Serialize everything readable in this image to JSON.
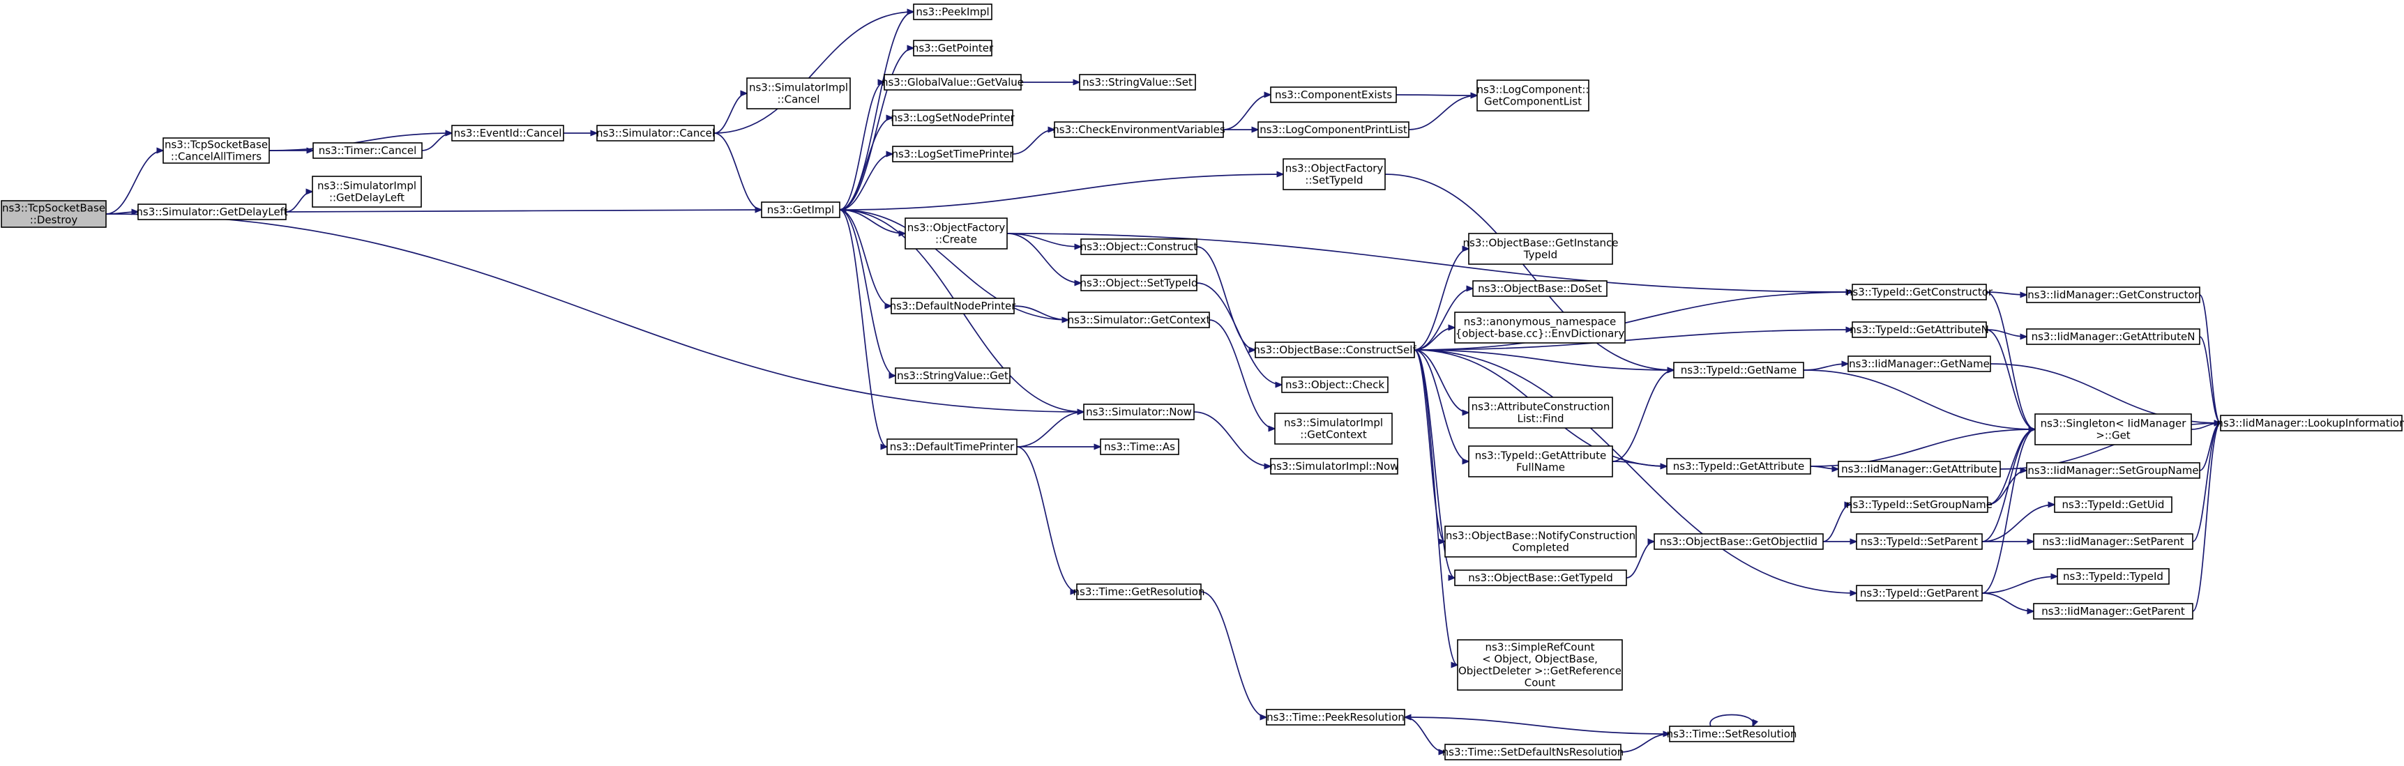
{
  "diagram": {
    "type": "call-graph",
    "root": "destroy",
    "nodes": [
      {
        "id": "destroy",
        "lines": [
          "ns3::TcpSocketBase",
          "::Destroy"
        ]
      },
      {
        "id": "cancelAllTimers",
        "lines": [
          "ns3::TcpSocketBase",
          "::CancelAllTimers"
        ]
      },
      {
        "id": "simGetDelayLeft",
        "lines": [
          "ns3::Simulator::GetDelayLeft"
        ]
      },
      {
        "id": "timerCancel",
        "lines": [
          "ns3::Timer::Cancel"
        ]
      },
      {
        "id": "simImplGetDelayLeft",
        "lines": [
          "ns3::SimulatorImpl",
          "::GetDelayLeft"
        ]
      },
      {
        "id": "eventIdCancel",
        "lines": [
          "ns3::EventId::Cancel"
        ]
      },
      {
        "id": "simCancel",
        "lines": [
          "ns3::Simulator::Cancel"
        ]
      },
      {
        "id": "simImplCancel",
        "lines": [
          "ns3::SimulatorImpl",
          "::Cancel"
        ]
      },
      {
        "id": "getImpl",
        "lines": [
          "ns3::GetImpl"
        ]
      },
      {
        "id": "peekImpl",
        "lines": [
          "ns3::PeekImpl"
        ]
      },
      {
        "id": "getPointer",
        "lines": [
          "ns3::GetPointer"
        ]
      },
      {
        "id": "gvGetValue",
        "lines": [
          "ns3::GlobalValue::GetValue"
        ]
      },
      {
        "id": "svSet",
        "lines": [
          "ns3::StringValue::Set"
        ]
      },
      {
        "id": "logSetNodePrinter",
        "lines": [
          "ns3::LogSetNodePrinter"
        ]
      },
      {
        "id": "logSetTimePrinter",
        "lines": [
          "ns3::LogSetTimePrinter"
        ]
      },
      {
        "id": "checkEnvVars",
        "lines": [
          "ns3::CheckEnvironmentVariables"
        ]
      },
      {
        "id": "componentExists",
        "lines": [
          "ns3::ComponentExists"
        ]
      },
      {
        "id": "logComponentPrintList",
        "lines": [
          "ns3::LogComponentPrintList"
        ]
      },
      {
        "id": "logCompGetList",
        "lines": [
          "ns3::LogComponent::",
          "GetComponentList"
        ]
      },
      {
        "id": "ofSetTypeId",
        "lines": [
          "ns3::ObjectFactory",
          "::SetTypeId"
        ]
      },
      {
        "id": "ofCreate",
        "lines": [
          "ns3::ObjectFactory",
          "::Create"
        ]
      },
      {
        "id": "objConstruct",
        "lines": [
          "ns3::Object::Construct"
        ]
      },
      {
        "id": "objSetTypeId",
        "lines": [
          "ns3::Object::SetTypeId"
        ]
      },
      {
        "id": "defaultNodePrinter",
        "lines": [
          "ns3::DefaultNodePrinter"
        ]
      },
      {
        "id": "simGetContext",
        "lines": [
          "ns3::Simulator::GetContext"
        ]
      },
      {
        "id": "svGet",
        "lines": [
          "ns3::StringValue::Get"
        ]
      },
      {
        "id": "simNow",
        "lines": [
          "ns3::Simulator::Now"
        ]
      },
      {
        "id": "defaultTimePrinter",
        "lines": [
          "ns3::DefaultTimePrinter"
        ]
      },
      {
        "id": "timeAs",
        "lines": [
          "ns3::Time::As"
        ]
      },
      {
        "id": "simImplNow",
        "lines": [
          "ns3::SimulatorImpl::Now"
        ]
      },
      {
        "id": "simImplGetContext",
        "lines": [
          "ns3::SimulatorImpl",
          "::GetContext"
        ]
      },
      {
        "id": "objCheck",
        "lines": [
          "ns3::Object::Check"
        ]
      },
      {
        "id": "obConstructSelf",
        "lines": [
          "ns3::ObjectBase::ConstructSelf"
        ]
      },
      {
        "id": "obGetInstanceTypeId",
        "lines": [
          "ns3::ObjectBase::GetInstance",
          "TypeId"
        ]
      },
      {
        "id": "obDoSet",
        "lines": [
          "ns3::ObjectBase::DoSet"
        ]
      },
      {
        "id": "envDictionary",
        "lines": [
          "ns3::anonymous_namespace",
          "{object-base.cc}::EnvDictionary"
        ]
      },
      {
        "id": "acListFind",
        "lines": [
          "ns3::AttributeConstruction",
          "List::Find"
        ]
      },
      {
        "id": "tidGetAttrFullName",
        "lines": [
          "ns3::TypeId::GetAttribute",
          "FullName"
        ]
      },
      {
        "id": "tidGetName",
        "lines": [
          "ns3::TypeId::GetName"
        ]
      },
      {
        "id": "tidGetAttribute",
        "lines": [
          "ns3::TypeId::GetAttribute"
        ]
      },
      {
        "id": "obNotifyConstruction",
        "lines": [
          "ns3::ObjectBase::NotifyConstruction",
          "Completed"
        ]
      },
      {
        "id": "obGetTypeId",
        "lines": [
          "ns3::ObjectBase::GetTypeId"
        ]
      },
      {
        "id": "obGetObjectIid",
        "lines": [
          "ns3::ObjectBase::GetObjectIid"
        ]
      },
      {
        "id": "simpleRefCount",
        "lines": [
          "ns3::SimpleRefCount",
          "< Object, ObjectBase,",
          "ObjectDeleter >::GetReference",
          "Count"
        ]
      },
      {
        "id": "tidGetConstructor",
        "lines": [
          "ns3::TypeId::GetConstructor"
        ]
      },
      {
        "id": "tidGetAttributeN",
        "lines": [
          "ns3::TypeId::GetAttributeN"
        ]
      },
      {
        "id": "iidGetName",
        "lines": [
          "ns3::IidManager::GetName"
        ]
      },
      {
        "id": "iidGetAttribute",
        "lines": [
          "ns3::IidManager::GetAttribute"
        ]
      },
      {
        "id": "tidSetGroupName",
        "lines": [
          "ns3::TypeId::SetGroupName"
        ]
      },
      {
        "id": "tidSetParent",
        "lines": [
          "ns3::TypeId::SetParent"
        ]
      },
      {
        "id": "tidGetParent",
        "lines": [
          "ns3::TypeId::GetParent"
        ]
      },
      {
        "id": "iidGetConstructor",
        "lines": [
          "ns3::IidManager::GetConstructor"
        ]
      },
      {
        "id": "iidGetAttributeN",
        "lines": [
          "ns3::IidManager::GetAttributeN"
        ]
      },
      {
        "id": "singletonGet",
        "lines": [
          "ns3::Singleton< IidManager",
          ">::Get"
        ]
      },
      {
        "id": "iidSetGroupName",
        "lines": [
          "ns3::IidManager::SetGroupName"
        ]
      },
      {
        "id": "tidGetUid",
        "lines": [
          "ns3::TypeId::GetUid"
        ]
      },
      {
        "id": "iidSetParent",
        "lines": [
          "ns3::IidManager::SetParent"
        ]
      },
      {
        "id": "tidTypeId",
        "lines": [
          "ns3::TypeId::TypeId"
        ]
      },
      {
        "id": "iidGetParent",
        "lines": [
          "ns3::IidManager::GetParent"
        ]
      },
      {
        "id": "iidLookupInfo",
        "lines": [
          "ns3::IidManager::LookupInformation"
        ]
      },
      {
        "id": "timeGetResolution",
        "lines": [
          "ns3::Time::GetResolution"
        ]
      },
      {
        "id": "timePeekResolution",
        "lines": [
          "ns3::Time::PeekResolution"
        ]
      },
      {
        "id": "timeSetResolution",
        "lines": [
          "ns3::Time::SetResolution"
        ]
      },
      {
        "id": "timeSetDefaultNsRes",
        "lines": [
          "ns3::Time::SetDefaultNsResolution"
        ]
      }
    ],
    "edges": [
      [
        "destroy",
        "cancelAllTimers"
      ],
      [
        "destroy",
        "simGetDelayLeft"
      ],
      [
        "destroy",
        "simNow"
      ],
      [
        "cancelAllTimers",
        "timerCancel"
      ],
      [
        "cancelAllTimers",
        "eventIdCancel"
      ],
      [
        "timerCancel",
        "eventIdCancel"
      ],
      [
        "eventIdCancel",
        "simCancel"
      ],
      [
        "simCancel",
        "simImplCancel"
      ],
      [
        "simCancel",
        "getImpl"
      ],
      [
        "simCancel",
        "peekImpl"
      ],
      [
        "simGetDelayLeft",
        "simImplGetDelayLeft"
      ],
      [
        "simGetDelayLeft",
        "getImpl"
      ],
      [
        "getImpl",
        "peekImpl"
      ],
      [
        "getImpl",
        "getPointer"
      ],
      [
        "getImpl",
        "gvGetValue"
      ],
      [
        "getImpl",
        "logSetNodePrinter"
      ],
      [
        "getImpl",
        "logSetTimePrinter"
      ],
      [
        "getImpl",
        "ofSetTypeId"
      ],
      [
        "getImpl",
        "ofCreate"
      ],
      [
        "getImpl",
        "defaultNodePrinter"
      ],
      [
        "getImpl",
        "svGet"
      ],
      [
        "getImpl",
        "defaultTimePrinter"
      ],
      [
        "gvGetValue",
        "svSet"
      ],
      [
        "logSetTimePrinter",
        "checkEnvVars"
      ],
      [
        "checkEnvVars",
        "componentExists"
      ],
      [
        "checkEnvVars",
        "logComponentPrintList"
      ],
      [
        "componentExists",
        "logCompGetList"
      ],
      [
        "logComponentPrintList",
        "logCompGetList"
      ],
      [
        "ofSetTypeId",
        "tidGetName"
      ],
      [
        "ofCreate",
        "objConstruct"
      ],
      [
        "ofCreate",
        "objSetTypeId"
      ],
      [
        "ofCreate",
        "tidGetConstructor"
      ],
      [
        "objConstruct",
        "obConstructSelf"
      ],
      [
        "objSetTypeId",
        "objCheck"
      ],
      [
        "defaultNodePrinter",
        "simGetContext"
      ],
      [
        "simGetContext",
        "getImpl"
      ],
      [
        "simGetContext",
        "simImplGetContext"
      ],
      [
        "defaultTimePrinter",
        "simNow"
      ],
      [
        "defaultTimePrinter",
        "timeAs"
      ],
      [
        "defaultTimePrinter",
        "timeGetResolution"
      ],
      [
        "simNow",
        "getImpl"
      ],
      [
        "simNow",
        "simImplNow"
      ],
      [
        "obConstructSelf",
        "obGetInstanceTypeId"
      ],
      [
        "obConstructSelf",
        "obDoSet"
      ],
      [
        "obConstructSelf",
        "envDictionary"
      ],
      [
        "obConstructSelf",
        "acListFind"
      ],
      [
        "obConstructSelf",
        "tidGetAttrFullName"
      ],
      [
        "obConstructSelf",
        "tidGetName"
      ],
      [
        "obConstructSelf",
        "tidGetAttribute"
      ],
      [
        "obConstructSelf",
        "obNotifyConstruction"
      ],
      [
        "obConstructSelf",
        "obGetTypeId"
      ],
      [
        "obConstructSelf",
        "tidGetAttributeN"
      ],
      [
        "obConstructSelf",
        "tidGetParent"
      ],
      [
        "obConstructSelf",
        "simpleRefCount"
      ],
      [
        "obConstructSelf",
        "tidGetConstructor"
      ],
      [
        "tidGetAttrFullName",
        "tidGetName"
      ],
      [
        "tidGetAttrFullName",
        "tidGetAttribute"
      ],
      [
        "tidGetName",
        "iidGetName"
      ],
      [
        "tidGetName",
        "singletonGet"
      ],
      [
        "tidGetAttribute",
        "iidGetAttribute"
      ],
      [
        "tidGetAttribute",
        "singletonGet"
      ],
      [
        "obGetTypeId",
        "obGetObjectIid"
      ],
      [
        "obGetObjectIid",
        "tidSetGroupName"
      ],
      [
        "obGetObjectIid",
        "tidSetParent"
      ],
      [
        "tidSetGroupName",
        "iidSetGroupName"
      ],
      [
        "tidSetGroupName",
        "singletonGet"
      ],
      [
        "tidSetParent",
        "tidGetUid"
      ],
      [
        "tidSetParent",
        "iidSetParent"
      ],
      [
        "tidSetParent",
        "singletonGet"
      ],
      [
        "tidGetParent",
        "tidTypeId"
      ],
      [
        "tidGetParent",
        "iidGetParent"
      ],
      [
        "tidGetParent",
        "singletonGet"
      ],
      [
        "tidGetConstructor",
        "iidGetConstructor"
      ],
      [
        "tidGetConstructor",
        "singletonGet"
      ],
      [
        "tidGetAttributeN",
        "iidGetAttributeN"
      ],
      [
        "tidGetAttributeN",
        "singletonGet"
      ],
      [
        "iidGetConstructor",
        "iidLookupInfo"
      ],
      [
        "iidGetAttributeN",
        "iidLookupInfo"
      ],
      [
        "iidGetName",
        "iidLookupInfo"
      ],
      [
        "singletonGet",
        "iidLookupInfo"
      ],
      [
        "iidSetGroupName",
        "iidLookupInfo"
      ],
      [
        "iidSetParent",
        "iidLookupInfo"
      ],
      [
        "iidGetParent",
        "iidLookupInfo"
      ],
      [
        "iidGetAttribute",
        "iidLookupInfo"
      ],
      [
        "timeGetResolution",
        "timePeekResolution"
      ],
      [
        "timePeekResolution",
        "timeSetDefaultNsRes"
      ],
      [
        "timeSetDefaultNsRes",
        "timeSetResolution"
      ],
      [
        "timeSetResolution",
        "timePeekResolution"
      ],
      [
        "timeSetResolution",
        "timeSetResolution"
      ]
    ]
  }
}
